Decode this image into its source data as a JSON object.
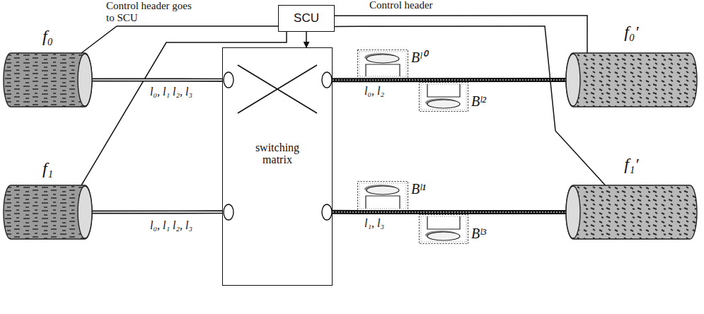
{
  "diagram": {
    "nodes": [
      {
        "text": [
          "SCU"
        ]
      },
      {
        "text": [
          "f₀"
        ]
      },
      {
        "text": [
          "f₁"
        ]
      },
      {
        "text": [
          "switching matrix"
        ]
      },
      {
        "text": [
          "Bˡ⁰"
        ]
      },
      {
        "text": [
          "Bˡ²"
        ]
      },
      {
        "text": [
          "Bˡ¹"
        ]
      },
      {
        "text": [
          "Bˡ³"
        ]
      },
      {
        "text": [
          "f₀′"
        ]
      },
      {
        "text": [
          "f₁′"
        ]
      }
    ],
    "edges": [
      {
        "from": 1,
        "to": 0,
        "arrow": "none",
        "label": "Control header goes to SCU"
      },
      {
        "from": 2,
        "to": 0,
        "arrow": "none"
      },
      {
        "from": 0,
        "to": 8,
        "arrow": "none",
        "label": "Control header"
      },
      {
        "from": 0,
        "to": 9,
        "arrow": "none"
      },
      {
        "from": 0,
        "to": 3,
        "arrow": "to"
      },
      {
        "from": 1,
        "to": 3,
        "arrow": "none",
        "label": "l₀, l₁ l₂, l₃"
      },
      {
        "from": 2,
        "to": 3,
        "arrow": "none",
        "label": "l₀, l₁ l₂, l₃"
      },
      {
        "from": 3,
        "to": 8,
        "arrow": "none",
        "label": "l₀, l₂"
      },
      {
        "from": 3,
        "to": 9,
        "arrow": "none",
        "label": "l₁, l₃"
      }
    ]
  }
}
